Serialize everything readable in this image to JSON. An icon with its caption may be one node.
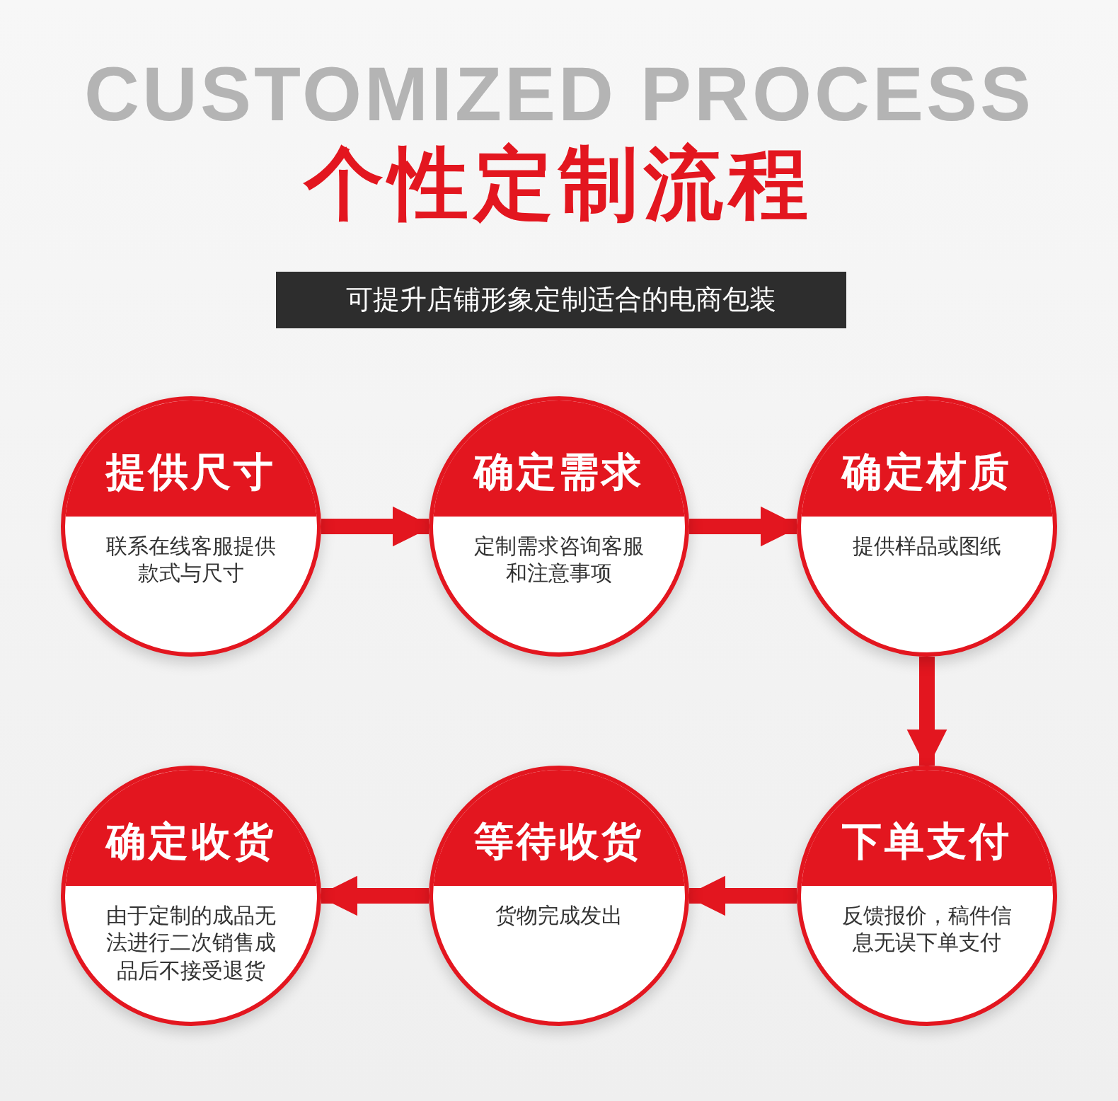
{
  "diagram": {
    "title": "个性定制流程",
    "nodes": [
      {
        "text": [
          "提供尺寸",
          "联系在线客服提供款式与尺寸"
        ]
      },
      {
        "text": [
          "确定需求",
          "定制需求咨询客服和注意事项"
        ]
      },
      {
        "text": [
          "确定材质",
          "提供样品或图纸"
        ]
      },
      {
        "text": [
          "确定收货",
          "由于定制的成品无法进行二次销售成品后不接受退货"
        ]
      },
      {
        "text": [
          "等待收货",
          "货物完成发出"
        ]
      },
      {
        "text": [
          "下单支付",
          "反馈报价，稿件信息无误下单支付"
        ]
      }
    ],
    "edges": [
      {
        "from": 0,
        "to": 1,
        "arrow": "to"
      },
      {
        "from": 1,
        "to": 2,
        "arrow": "to"
      },
      {
        "from": 2,
        "to": 5,
        "arrow": "to"
      },
      {
        "from": 5,
        "to": 4,
        "arrow": "to"
      },
      {
        "from": 4,
        "to": 3,
        "arrow": "to"
      }
    ],
    "labels": [
      "CUSTOMIZED PROCESS",
      "可提升店铺形象定制适合的电商包装"
    ]
  }
}
